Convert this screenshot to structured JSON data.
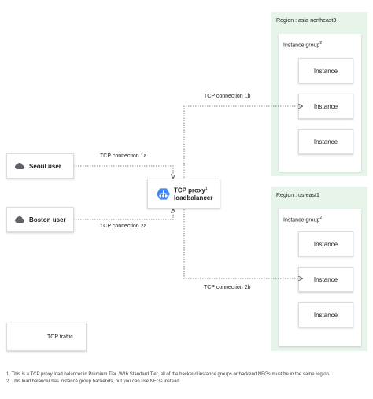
{
  "regions": [
    {
      "label": "Region : asia-northeast3",
      "group_label": "Instance group",
      "group_sup": "2",
      "instances": [
        "Instance",
        "Instance",
        "Instance"
      ]
    },
    {
      "label": "Region : us-east1",
      "group_label": "Instance group",
      "group_sup": "2",
      "instances": [
        "Instance",
        "Instance",
        "Instance"
      ]
    }
  ],
  "users": {
    "seoul": "Seoul user",
    "boston": "Boston user"
  },
  "loadbalancer": {
    "line1": "TCP proxy",
    "line1_sup": "1",
    "line2": "loadbalancer"
  },
  "connections": {
    "c1a": "TCP connection 1a",
    "c1b": "TCP connection 1b",
    "c2a": "TCP connection 2a",
    "c2b": "TCP connection 2b"
  },
  "legend": {
    "label": "TCP traffic"
  },
  "footnotes": [
    "1. This is a TCP proxy load balancer in Premium Tier. With Standard Tier, all of the backend instance groups or backend NEGs must be in the same region.",
    "2. This load balancer has instance group backends, but you can use NEGs instead."
  ],
  "colors": {
    "region_bg": "#e6f4ea",
    "lb_icon": "#4285f4",
    "line": "#5f6368"
  }
}
